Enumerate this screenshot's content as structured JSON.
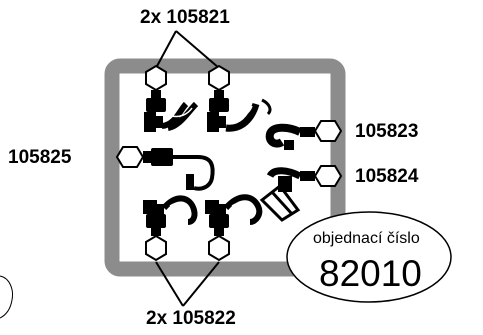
{
  "labels": {
    "top_parts": "2x 105821",
    "bottom_parts": "2x 105822",
    "left_part": "105825",
    "right_upper_part": "105823",
    "right_lower_part": "105824"
  },
  "order": {
    "caption": "objednací číslo",
    "number": "82010"
  },
  "colors": {
    "frame": "#8c8c8c",
    "lines": "#000000",
    "background": "#ffffff"
  }
}
